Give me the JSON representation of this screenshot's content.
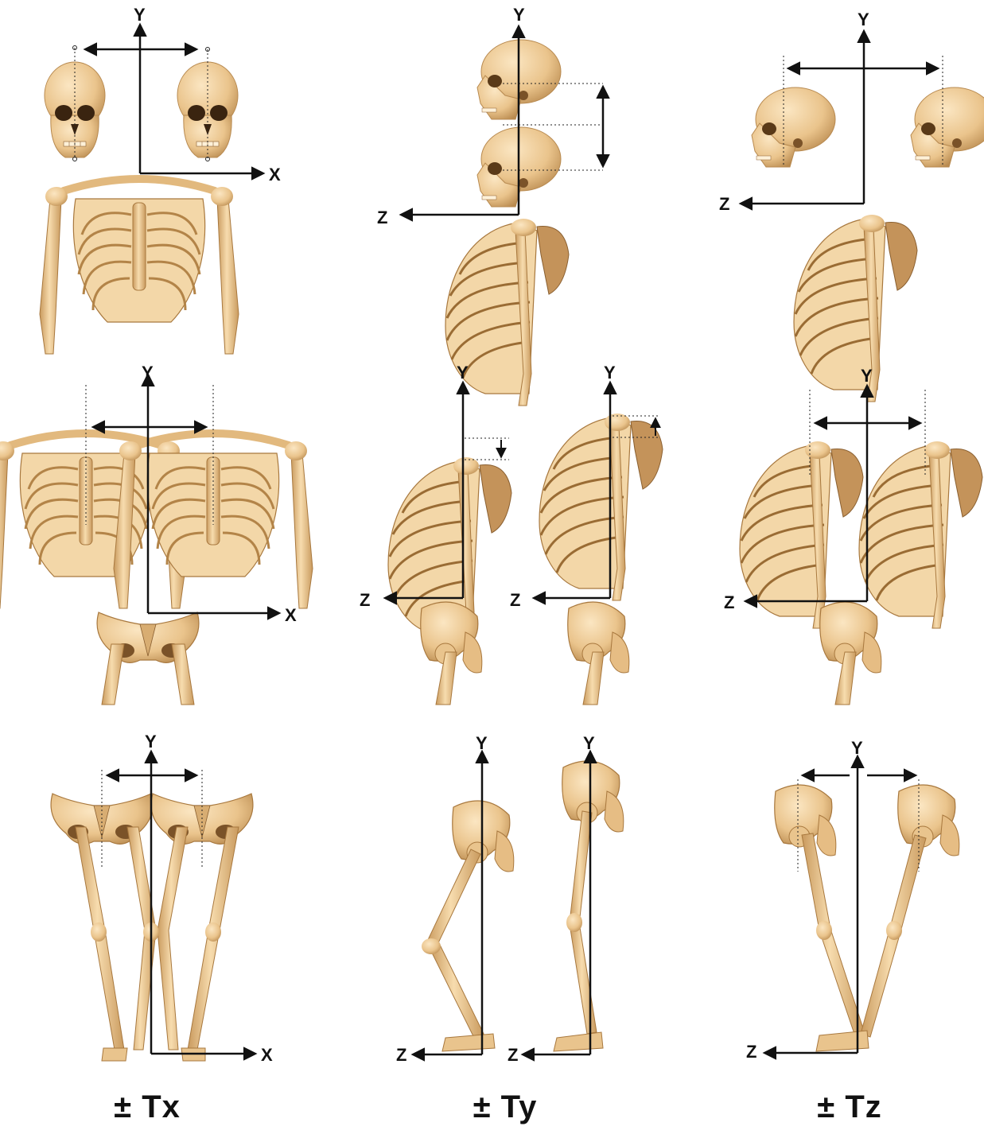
{
  "axes": {
    "x": "X",
    "y": "Y",
    "z": "Z"
  },
  "captions": {
    "tx": "± Tx",
    "ty": "± Ty",
    "tz": "± Tz"
  },
  "colors": {
    "bone": "#f0cf9c",
    "bone_shadow": "#c99a5e",
    "bone_dark": "#8a5f30",
    "axis": "#111111"
  }
}
